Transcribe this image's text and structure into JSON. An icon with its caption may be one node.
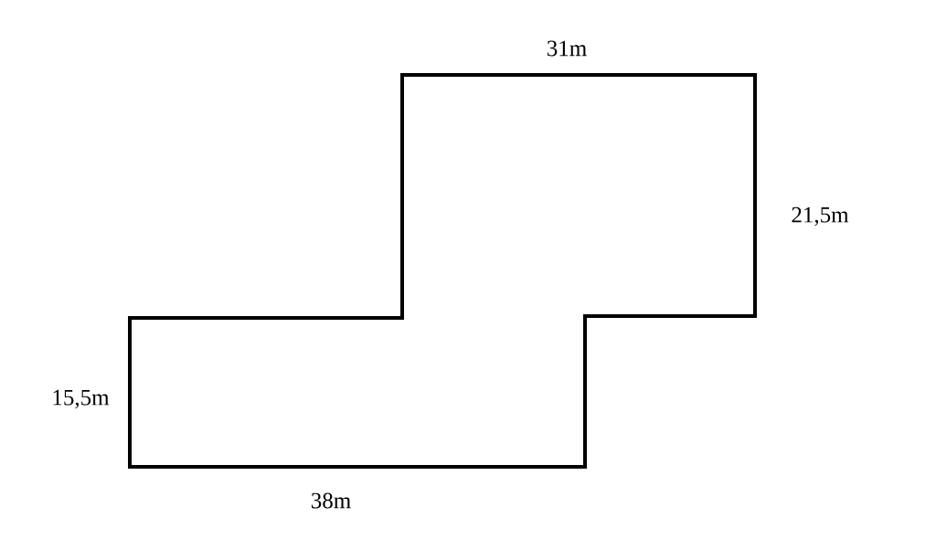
{
  "diagram": {
    "labels": [
      "31m",
      "21,5m",
      "15,5m",
      "38m"
    ]
  }
}
